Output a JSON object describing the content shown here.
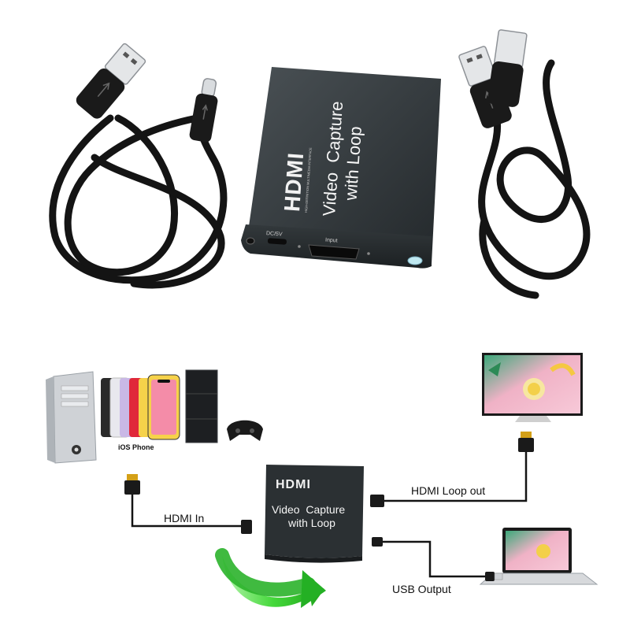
{
  "product": {
    "brand_logo": "HDMI",
    "brand_sub": "HIGH-DEFINITION MULTIMEDIA INTERFACE",
    "title_line1": "Video  Capture",
    "title_line2": "with Loop",
    "port_power": "DC/5V",
    "port_input": "Input"
  },
  "diagram": {
    "brand_logo": "HDMI",
    "title_line1": "Video  Capture",
    "title_line2": "with Loop",
    "label_hdmi_in": "HDMI In",
    "label_hdmi_loop_out": "HDMI Loop out",
    "label_usb_output": "USB Output",
    "label_ios_phone": "iOS Phone"
  },
  "colors": {
    "device_body": "#2b3033",
    "cable": "#111111",
    "arrow_green": "#3ed23e",
    "tv_screen": "#e8a6b8",
    "phone_colors": [
      "#2a2a2a",
      "#e8e8ee",
      "#c9b8e6",
      "#e0283a",
      "#f6d24a",
      "#f6d24a"
    ]
  },
  "icons": [
    "usb-a-plug-icon",
    "usb-c-plug-icon",
    "hdmi-plug-icon",
    "pc-tower-icon",
    "smartphone-icon",
    "game-console-icon",
    "tv-monitor-icon",
    "laptop-icon",
    "curved-arrow-icon"
  ]
}
